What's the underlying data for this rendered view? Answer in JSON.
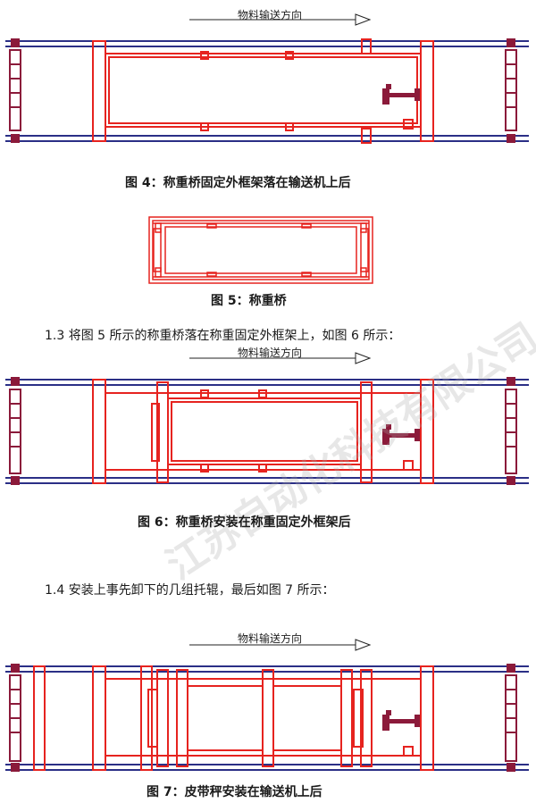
{
  "direction_label": "物料输送方向",
  "figures": [
    {
      "id": "fig4",
      "caption": "图 4：称重桥固定外框架落在输送机上后"
    },
    {
      "id": "fig5",
      "caption": "图 5：称重桥"
    },
    {
      "id": "fig6",
      "caption": "图 6：称重桥安装在称重固定外框架后"
    },
    {
      "id": "fig7",
      "caption": "图 7：皮带秤安装在输送机上后"
    }
  ],
  "steps": [
    "1.3 将图 5 所示的称重桥落在称重固定外框架上，如图 6 所示：",
    "1.4 安装上事先卸下的几组托辊，最后如图 7 所示："
  ],
  "watermark": "江苏自动化科技有限公司",
  "colors": {
    "conveyor": "#2b2f86",
    "frame": "#e6231f",
    "dark": "#8b1a3a",
    "caption": "#1a1a1a"
  }
}
